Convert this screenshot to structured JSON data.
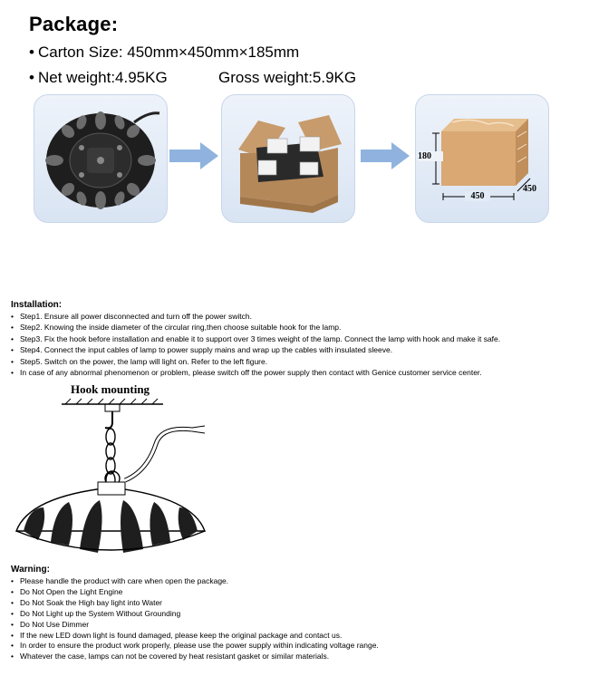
{
  "package": {
    "title": "Package:",
    "carton_label": "Carton Size: 450mm×450mm×185mm",
    "net_weight": "Net weight:4.95KG",
    "gross_weight": "Gross weight:5.9KG",
    "box_dims": {
      "height": "180",
      "width": "450",
      "depth": "450"
    }
  },
  "installation": {
    "heading": "Installation:",
    "steps": [
      "Step1. Ensure all power disconnected and turn off the power switch.",
      "Step2. Knowing the inside diameter of the circular ring,then choose suitable hook for the lamp.",
      "Step3. Fix the hook before installation and enable it to support over 3 times weight of the lamp. Connect the lamp with hook and make it safe.",
      "Step4. Connect the input cables of lamp to power supply mains and wrap up the cables with insulated sleeve.",
      "Step5. Switch on the power, the lamp will light on. Refer to the left figure.",
      "In case of any abnormal phenomenon or problem, please switch off the power supply then contact with Genice customer service center."
    ],
    "figure_label": "Hook mounting"
  },
  "warning": {
    "heading": "Warning:",
    "items": [
      "Please handle the product with care when open the package.",
      "Do Not Open the Light Engine",
      "Do Not Soak the High bay light into Water",
      "Do Not Light up the System Without Grounding",
      "Do Not Use Dimmer",
      "If the new LED down light is found damaged, please keep the original package and contact us.",
      "In order to ensure the product work properly, please use the power supply within indicating voltage range.",
      "Whatever the case, lamps can not be covered by heat resistant gasket or similar materials."
    ]
  },
  "colors": {
    "panel": "#dfe8f5",
    "arrow": "#8fb3de",
    "box": "#d9a873",
    "lamp": "#1e1e1e"
  }
}
